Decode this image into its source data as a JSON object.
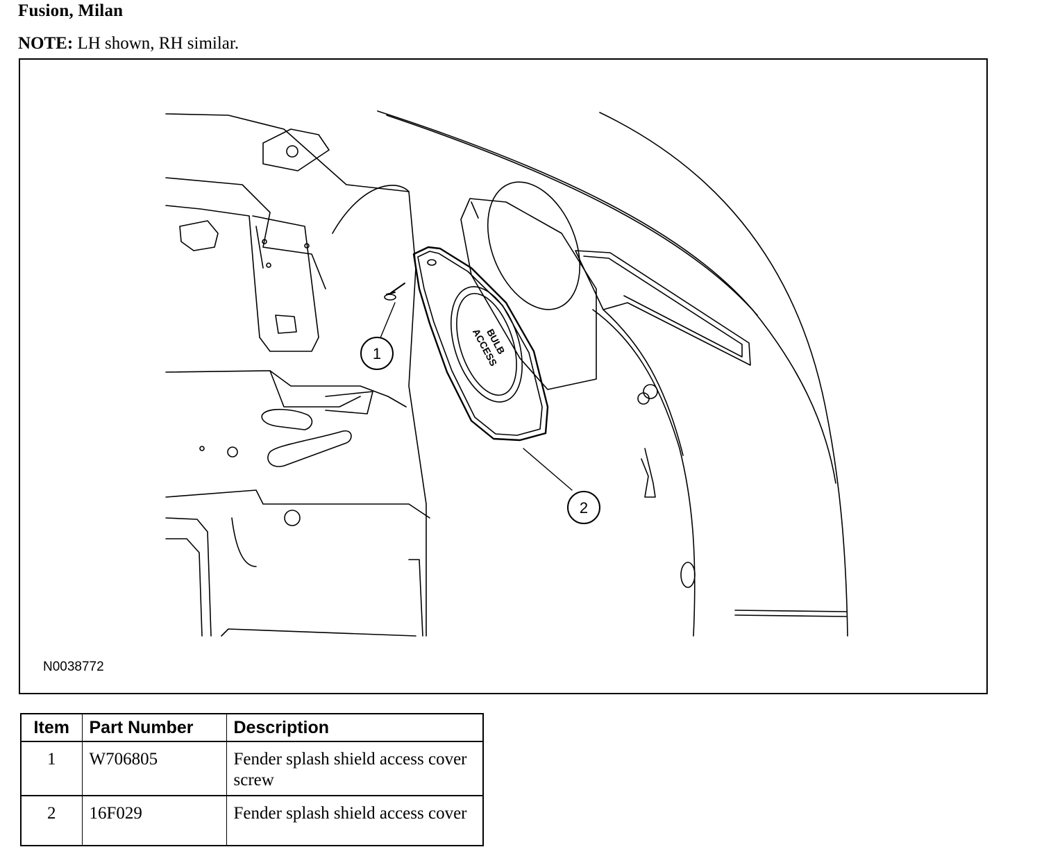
{
  "heading": "Fusion, Milan",
  "note": {
    "label": "NOTE:",
    "text": "LH shown, RH similar."
  },
  "figure": {
    "id": "N0038772",
    "callouts": [
      "1",
      "2"
    ],
    "cover_text": [
      "BULB",
      "ACCESS"
    ]
  },
  "table": {
    "headers": {
      "item": "Item",
      "part_number": "Part Number",
      "description": "Description"
    },
    "rows": [
      {
        "item": "1",
        "part_number": "W706805",
        "description": "Fender splash shield access cover screw"
      },
      {
        "item": "2",
        "part_number": "16F029",
        "description": "Fender splash shield access cover"
      }
    ]
  }
}
